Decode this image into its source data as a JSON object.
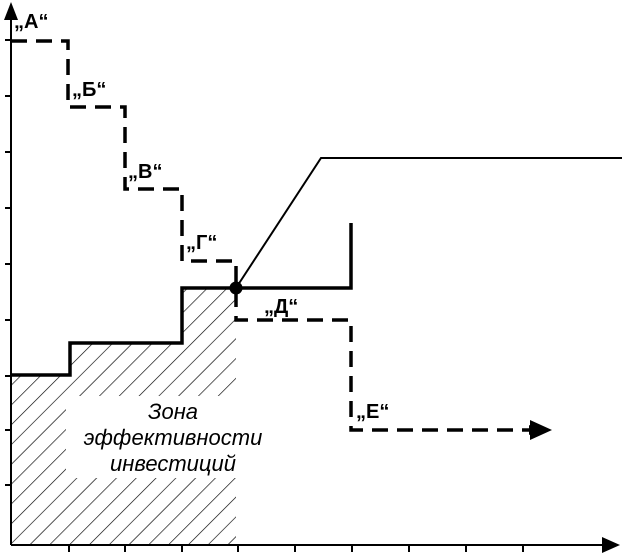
{
  "labels": {
    "a": "„A“",
    "b": "„Б“",
    "v": "„В“",
    "g": "„Г“",
    "d": "„Д“",
    "e": "„Е“"
  },
  "zone_text": {
    "line1": "Зона",
    "line2": "эффективности",
    "line3": "инвестиций"
  },
  "colors": {
    "ink": "#000000",
    "background": "#ffffff"
  }
}
